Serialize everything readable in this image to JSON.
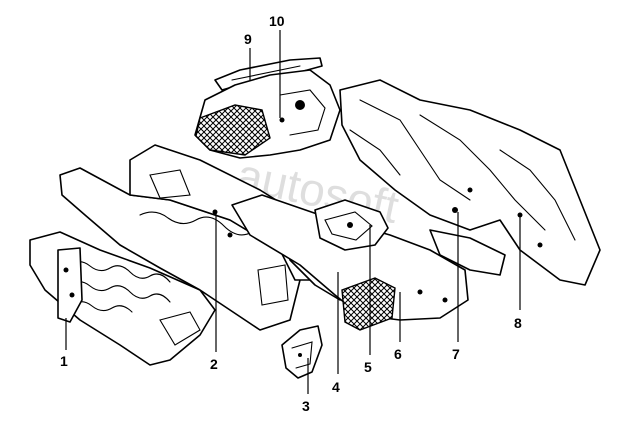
{
  "watermark": "autosoft",
  "callouts": [
    {
      "label": "1"
    },
    {
      "label": "2"
    },
    {
      "label": "3"
    },
    {
      "label": "4"
    },
    {
      "label": "5"
    },
    {
      "label": "6"
    },
    {
      "label": "7"
    },
    {
      "label": "8"
    },
    {
      "label": "9"
    },
    {
      "label": "10"
    }
  ]
}
